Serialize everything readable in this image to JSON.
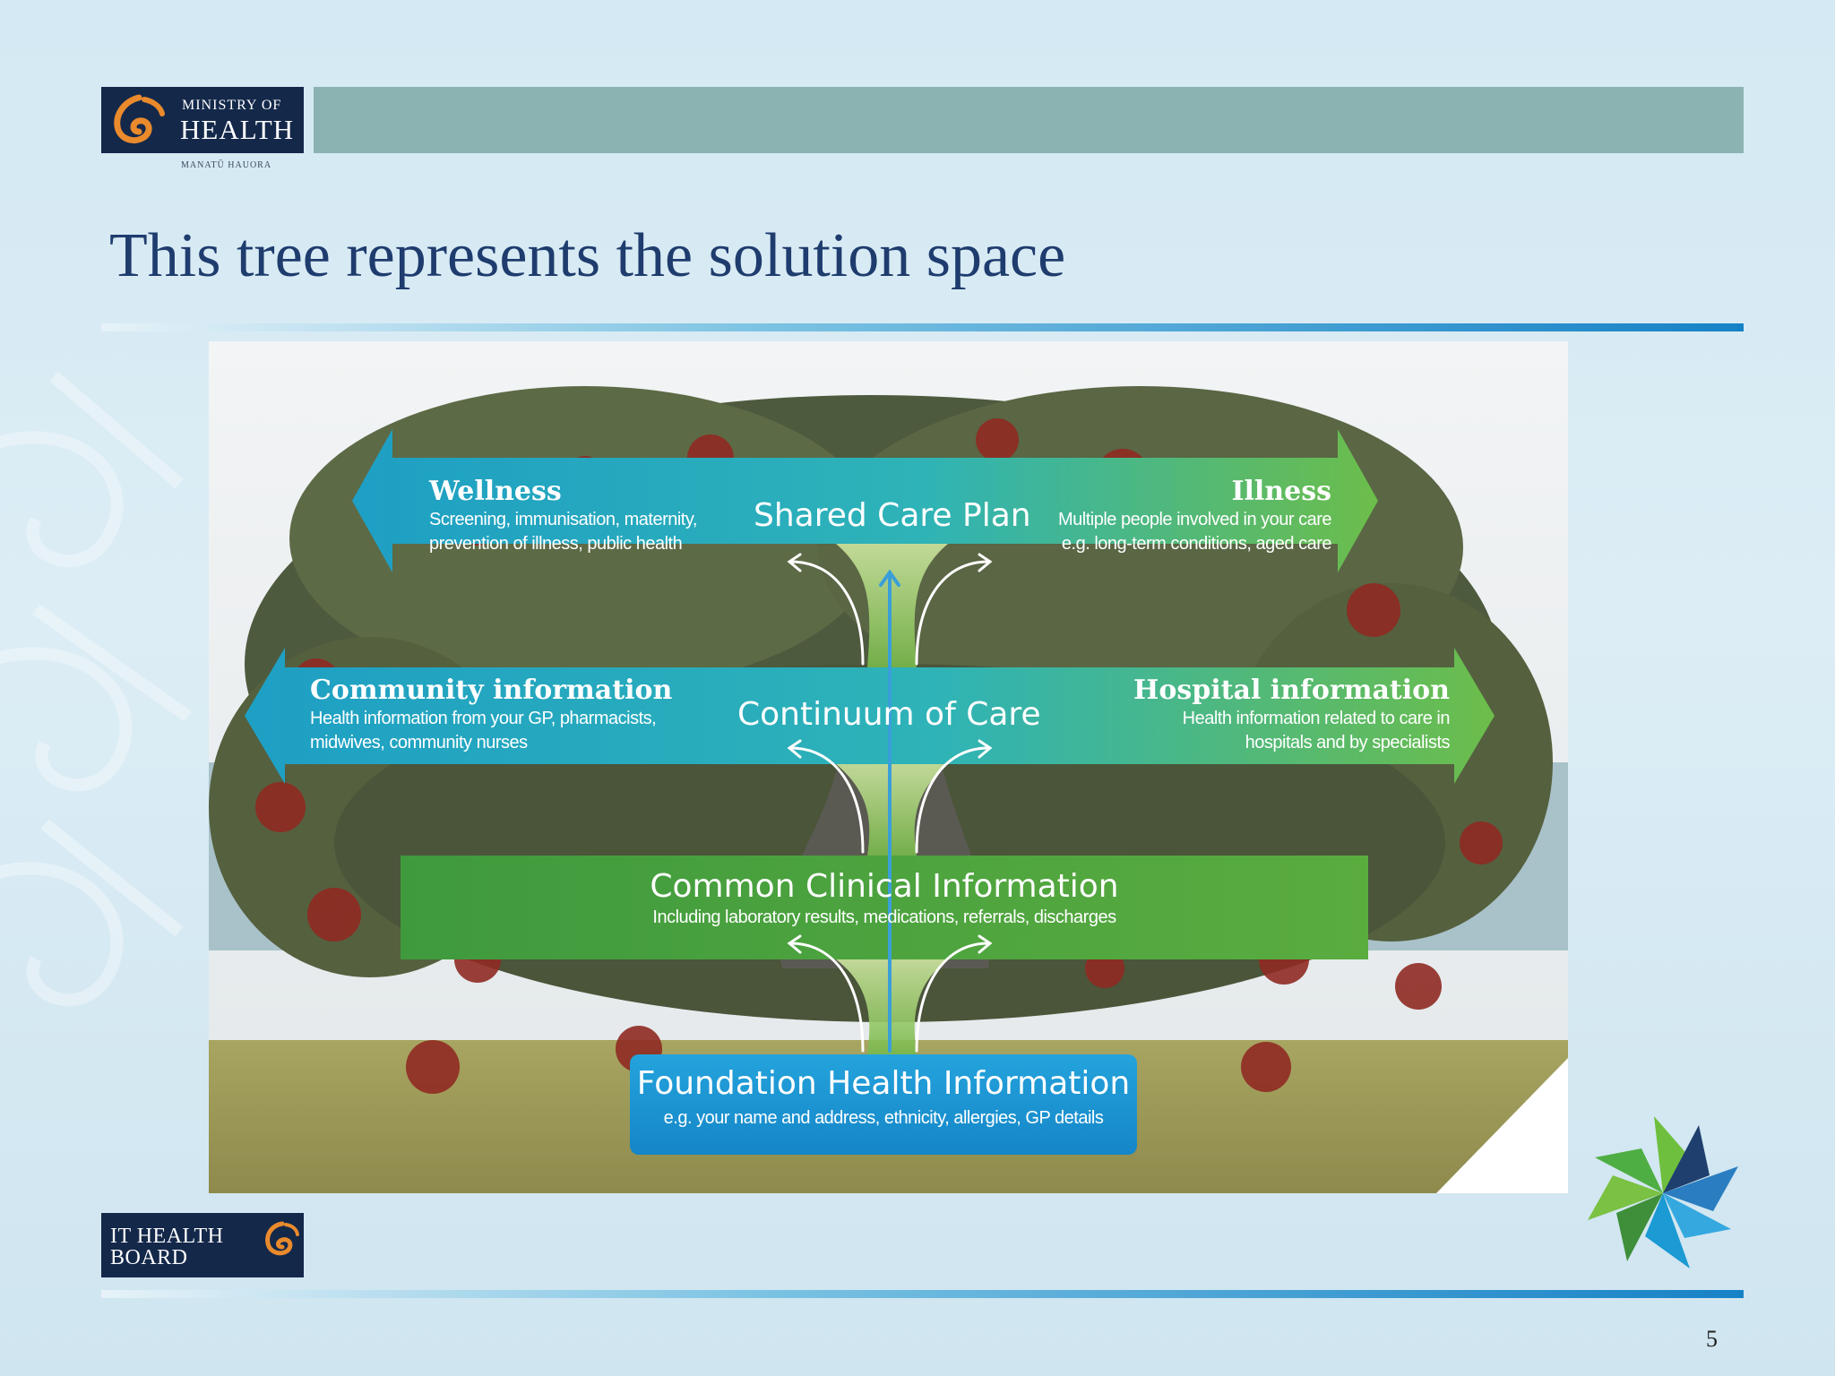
{
  "header": {
    "logo_line1": "MINISTRY OF",
    "logo_line2": "HEALTH",
    "logo_sub": "MANATŪ HAUORA"
  },
  "title": "This tree represents the solution space",
  "diagram": {
    "top_left": {
      "heading": "Wellness",
      "line1": "Screening, immunisation, maternity,",
      "line2": "prevention of illness, public health"
    },
    "top_center": "Shared Care Plan",
    "top_right": {
      "heading": "Illness",
      "line1": "Multiple people involved in your care",
      "line2": "e.g. long-term conditions, aged care"
    },
    "mid_left": {
      "heading": "Community information",
      "line1": "Health information from your GP, pharmacists,",
      "line2": "midwives, community nurses"
    },
    "mid_center": "Continuum of Care",
    "mid_right": {
      "heading": "Hospital information",
      "line1": "Health information related to care in",
      "line2": "hospitals and by specialists"
    },
    "clinical": {
      "title": "Common Clinical Information",
      "sub": "Including laboratory results, medications, referrals, discharges"
    },
    "foundation": {
      "title": "Foundation Health Information",
      "sub": "e.g. your name and address, ethnicity, allergies, GP details"
    }
  },
  "footer": {
    "logo_line1": "IT HEALTH",
    "logo_line2": "BOARD",
    "page_number": "5"
  },
  "colors": {
    "title": "#1f3c6e",
    "header_bar": "#8bb3b1",
    "logo_bg": "#14284a",
    "teal_band": "#28a7bd",
    "green_band": "#4a9a3a",
    "blue_band": "#1b9ad3"
  }
}
